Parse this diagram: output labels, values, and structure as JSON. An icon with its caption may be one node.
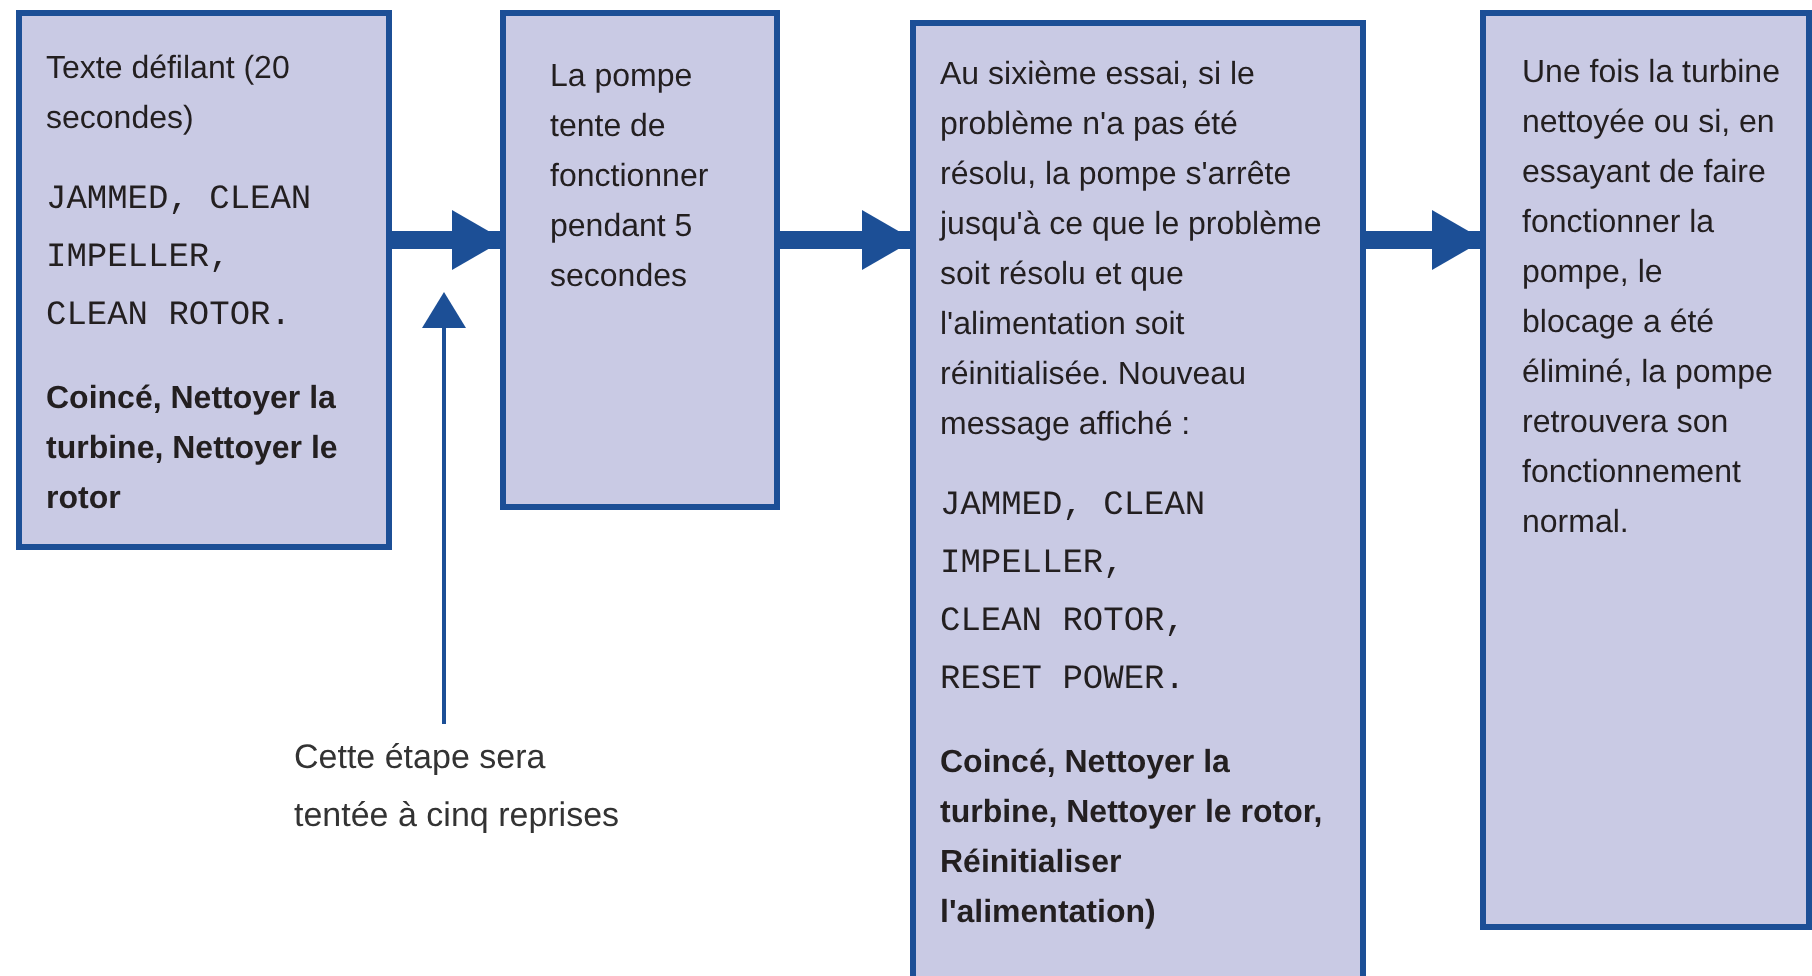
{
  "diagram": {
    "nodes": [
      {
        "text": [
          "Texte défilant (20 secondes)",
          "JAMMED, CLEAN IMPELLER, CLEAN ROTOR.",
          "Coincé, Nettoyer la turbine, Nettoyer le rotor"
        ]
      },
      {
        "text": [
          "La pompe tente de fonctionner pendant 5 secondes"
        ]
      },
      {
        "text": [
          "Au sixième essai, si le problème n'a pas été résolu, la pompe s'arrête jusqu'à ce que le problème soit résolu et que l'alimentation soit réinitialisée. Nouveau message affiché :",
          "JAMMED, CLEAN IMPELLER, CLEAN ROTOR, RESET POWER.",
          "Coincé, Nettoyer la turbine, Nettoyer le rotor, Réinitialiser l'alimentation)"
        ]
      },
      {
        "text": [
          "Une fois la turbine nettoyée ou si, en essayant de faire fonctionner la pompe, le blocage a été éliminé, la pompe retrouvera son fonctionnement normal."
        ]
      },
      {
        "text": [
          "Cette étape sera tentée à cinq reprises"
        ]
      }
    ],
    "edges": [
      {
        "from": 0,
        "to": 1,
        "arrow": "to"
      },
      {
        "from": 1,
        "to": 2,
        "arrow": "to"
      },
      {
        "from": 2,
        "to": 3,
        "arrow": "to"
      },
      {
        "from": 4,
        "to": 0,
        "arrow": "to"
      }
    ]
  }
}
